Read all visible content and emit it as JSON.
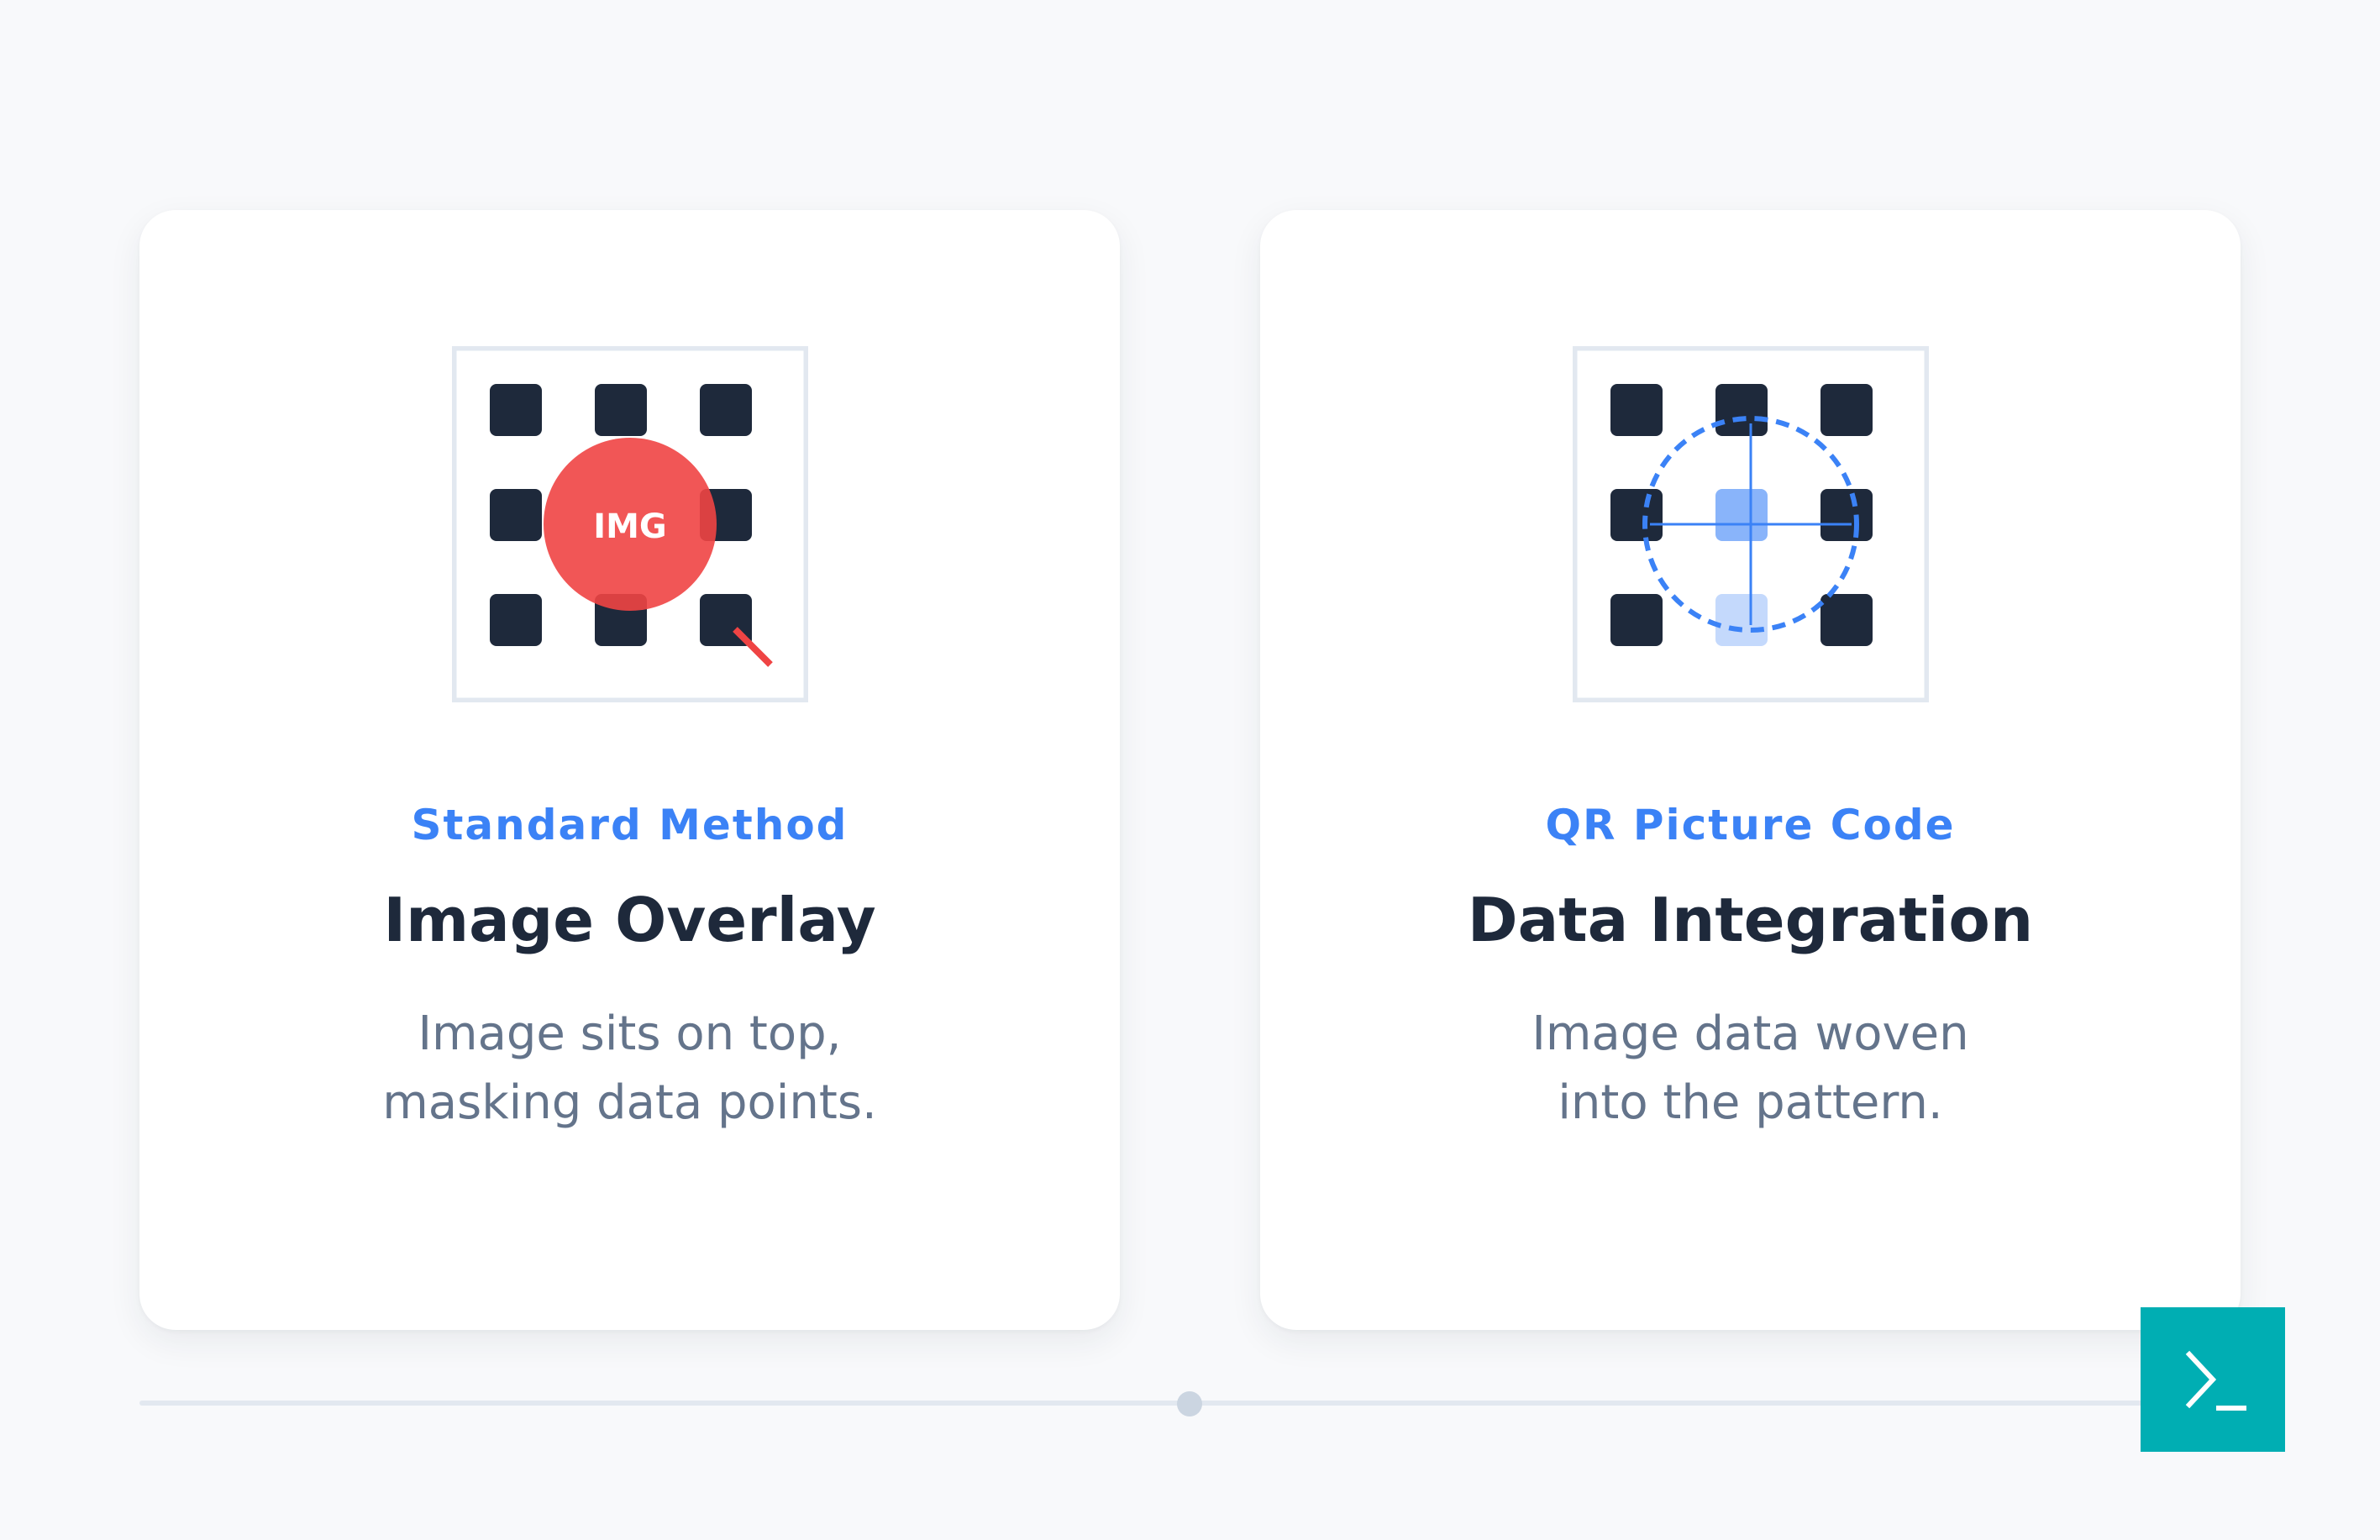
{
  "cards": [
    {
      "eyebrow": "Standard Method",
      "title": "Image Overlay",
      "description": [
        "Image sits on top,",
        "masking data points."
      ],
      "badge": "IMG",
      "icon": "qr-overlay-icon"
    },
    {
      "eyebrow": "QR Picture Code",
      "title": "Data Integration",
      "description": [
        "Image data woven",
        "into the pattern."
      ],
      "icon": "qr-integration-icon"
    }
  ],
  "slider": {
    "position": 0.5
  },
  "terminal": {
    "icon": "terminal-icon"
  },
  "colors": {
    "accent": "#3b82f6",
    "overlay": "#ef4444",
    "module": "#1e293b",
    "frame": "#e2e8f0",
    "terminal": "#00aeb3"
  }
}
